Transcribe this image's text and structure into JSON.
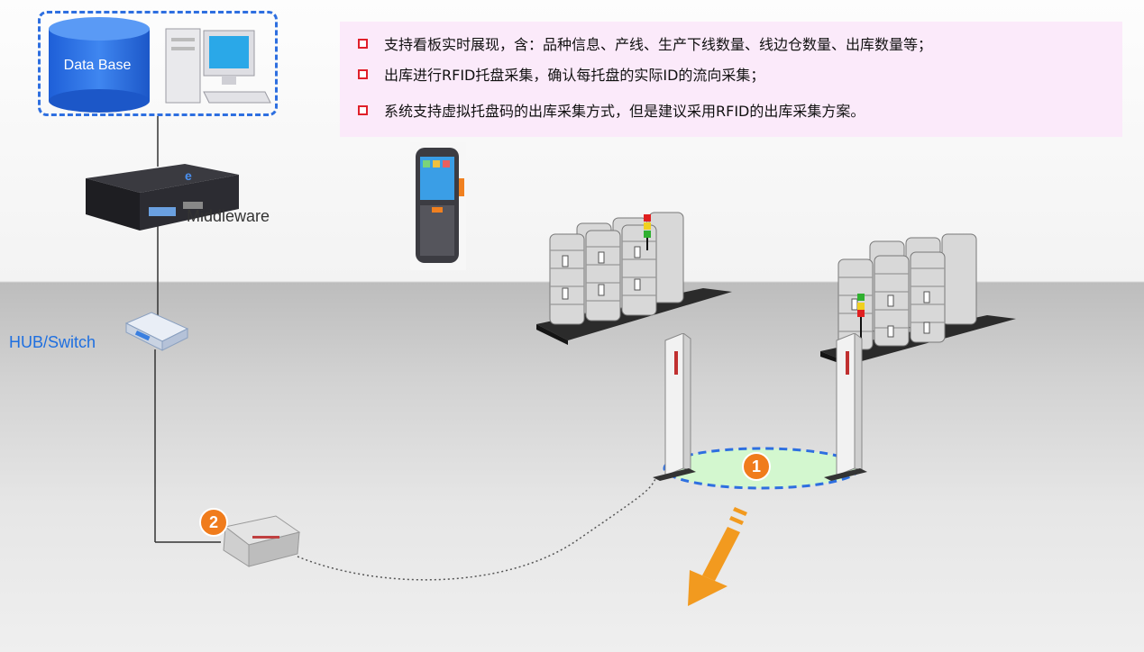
{
  "database": {
    "label": "Data Base"
  },
  "middleware": {
    "label": "Middleware"
  },
  "hub": {
    "label": "HUB/Switch"
  },
  "info": {
    "bullets": [
      "支持看板实时展现，含：品种信息、产线、生产下线数量、线边仓数量、出库数量等；",
      "出库进行RFID托盘采集，确认每托盘的实际ID的流向采集；",
      "系统支持虚拟托盘码的出库采集方式，但是建议采用RFID的出库采集方案。"
    ]
  },
  "badges": {
    "gate": "1",
    "reader": "2"
  },
  "colors": {
    "accent_blue": "#2e6fe0",
    "bullet_red": "#e0202a",
    "badge_orange": "#f07c1c",
    "arrow_orange": "#f29a1f",
    "info_bg": "#fbeafa"
  }
}
